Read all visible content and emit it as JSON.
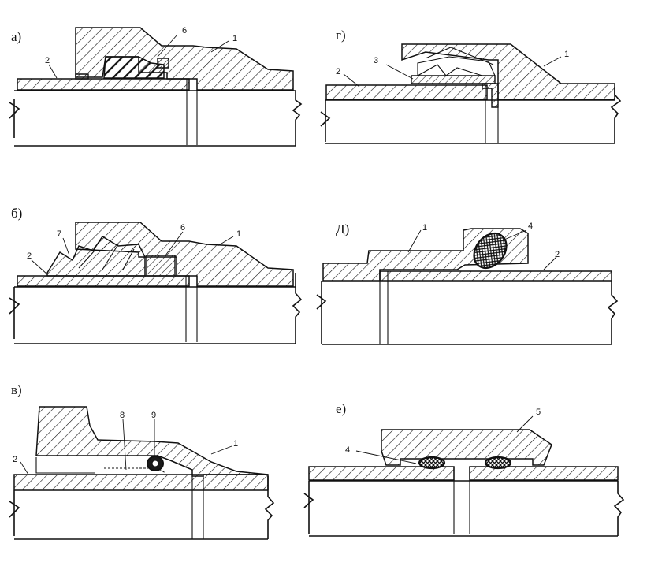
{
  "panels": [
    {
      "id": "a",
      "letter": "а)",
      "parts": [
        "1",
        "2",
        "6"
      ]
    },
    {
      "id": "g",
      "letter": "г)",
      "parts": [
        "1",
        "2",
        "3"
      ]
    },
    {
      "id": "b",
      "letter": "б)",
      "parts": [
        "1",
        "2",
        "6",
        "7"
      ]
    },
    {
      "id": "d",
      "letter": "Д)",
      "parts": [
        "1",
        "2",
        "4"
      ]
    },
    {
      "id": "v",
      "letter": "в)",
      "parts": [
        "1",
        "2",
        "8",
        "9"
      ]
    },
    {
      "id": "e",
      "letter": "е)",
      "parts": [
        "4",
        "5"
      ]
    }
  ],
  "colors": {
    "ink": "#111111",
    "paper": "#ffffff"
  }
}
